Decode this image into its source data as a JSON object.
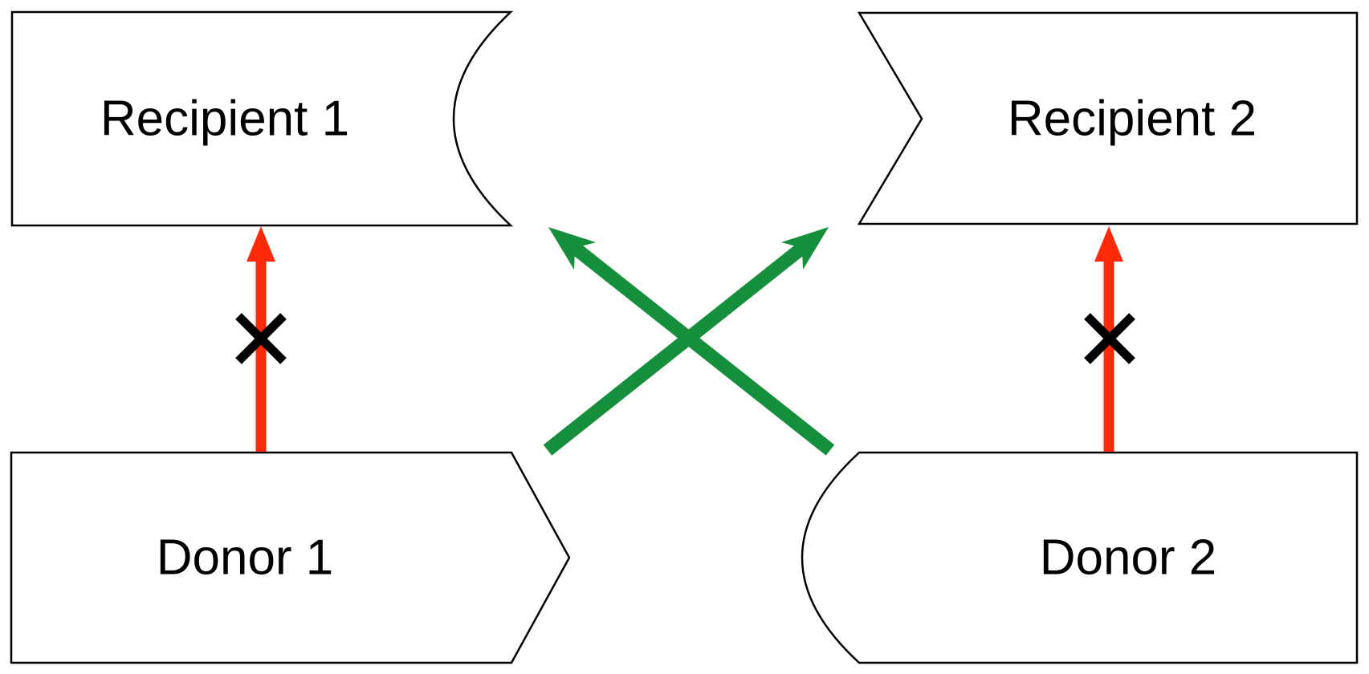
{
  "diagram": {
    "nodes": [
      {
        "id": "recipient-1",
        "label": "Recipient 1",
        "shape": "rect-concave-right-arc"
      },
      {
        "id": "recipient-2",
        "label": "Recipient 2",
        "shape": "rect-notched-left-chevron"
      },
      {
        "id": "donor-1",
        "label": "Donor 1",
        "shape": "rect-pointed-right-chevron"
      },
      {
        "id": "donor-2",
        "label": "Donor 2",
        "shape": "rect-convex-left-arc"
      }
    ],
    "edges": [
      {
        "from": "Donor 1",
        "to": "Recipient 1",
        "style": "blocked",
        "marker": "black-x"
      },
      {
        "from": "Donor 2",
        "to": "Recipient 2",
        "style": "blocked",
        "marker": "black-x"
      },
      {
        "from": "Donor 1",
        "to": "Recipient 2",
        "style": "exchange",
        "marker": "none"
      },
      {
        "from": "Donor 2",
        "to": "Recipient 1",
        "style": "exchange",
        "marker": "none"
      }
    ],
    "colors": {
      "background": "#ffffff",
      "outline": "#000000",
      "text": "#000000",
      "blocked_arrow": "#ff2a08",
      "exchange_arrow": "#168f3c",
      "blocked_x": "#000000"
    }
  }
}
